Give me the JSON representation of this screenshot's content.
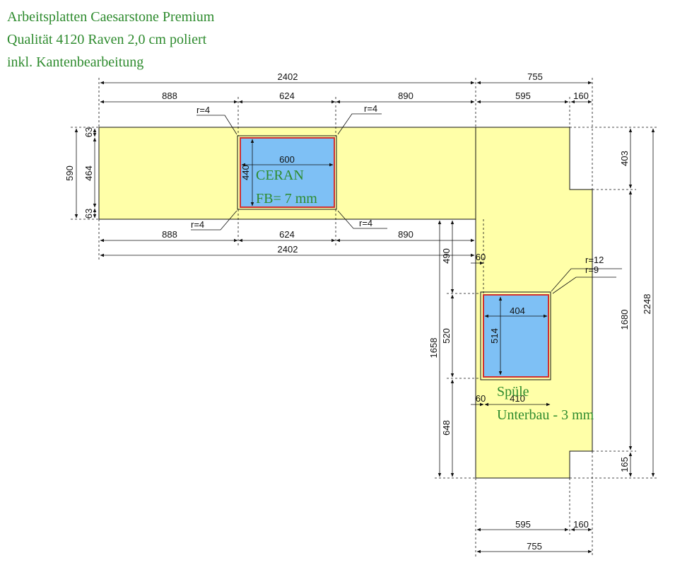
{
  "title": {
    "line1": "Arbeitsplatten Caesarstone Premium",
    "line2": "Qualität 4120 Raven 2,0 cm poliert",
    "line3": "inkl. Kantenbearbeitung"
  },
  "labels": {
    "ceran": "CERAN",
    "fb": "FB= 7 mm",
    "spuele": "Spüle",
    "unterbau": "Unterbau - 3 mm"
  },
  "dims": {
    "top_total": "2402",
    "top_right": "755",
    "top_a": "888",
    "top_b": "624",
    "top_c": "890",
    "top_d": "595",
    "top_e": "160",
    "r4": "r=4",
    "r12": "r=12",
    "r9": "r=9",
    "ceran_w": "600",
    "ceran_h": "440",
    "left_total": "590",
    "left_63": "63",
    "left_464": "464",
    "bot_a": "888",
    "bot_b": "624",
    "bot_c": "890",
    "bot_total": "2402",
    "d490": "490",
    "d60": "60",
    "d520": "520",
    "d1658": "1658",
    "d648": "648",
    "sink_w": "404",
    "sink_h": "514",
    "sink_cut": "410",
    "r403": "403",
    "r1680": "1680",
    "r2248": "2248",
    "r165": "165",
    "b595": "595",
    "b160": "160",
    "b755": "755"
  },
  "colors": {
    "counter": "#ffffa8",
    "cutout": "#7ec0f5",
    "title": "#2e8b2e",
    "line": "#111111",
    "cutout_edge": "#d03030"
  }
}
